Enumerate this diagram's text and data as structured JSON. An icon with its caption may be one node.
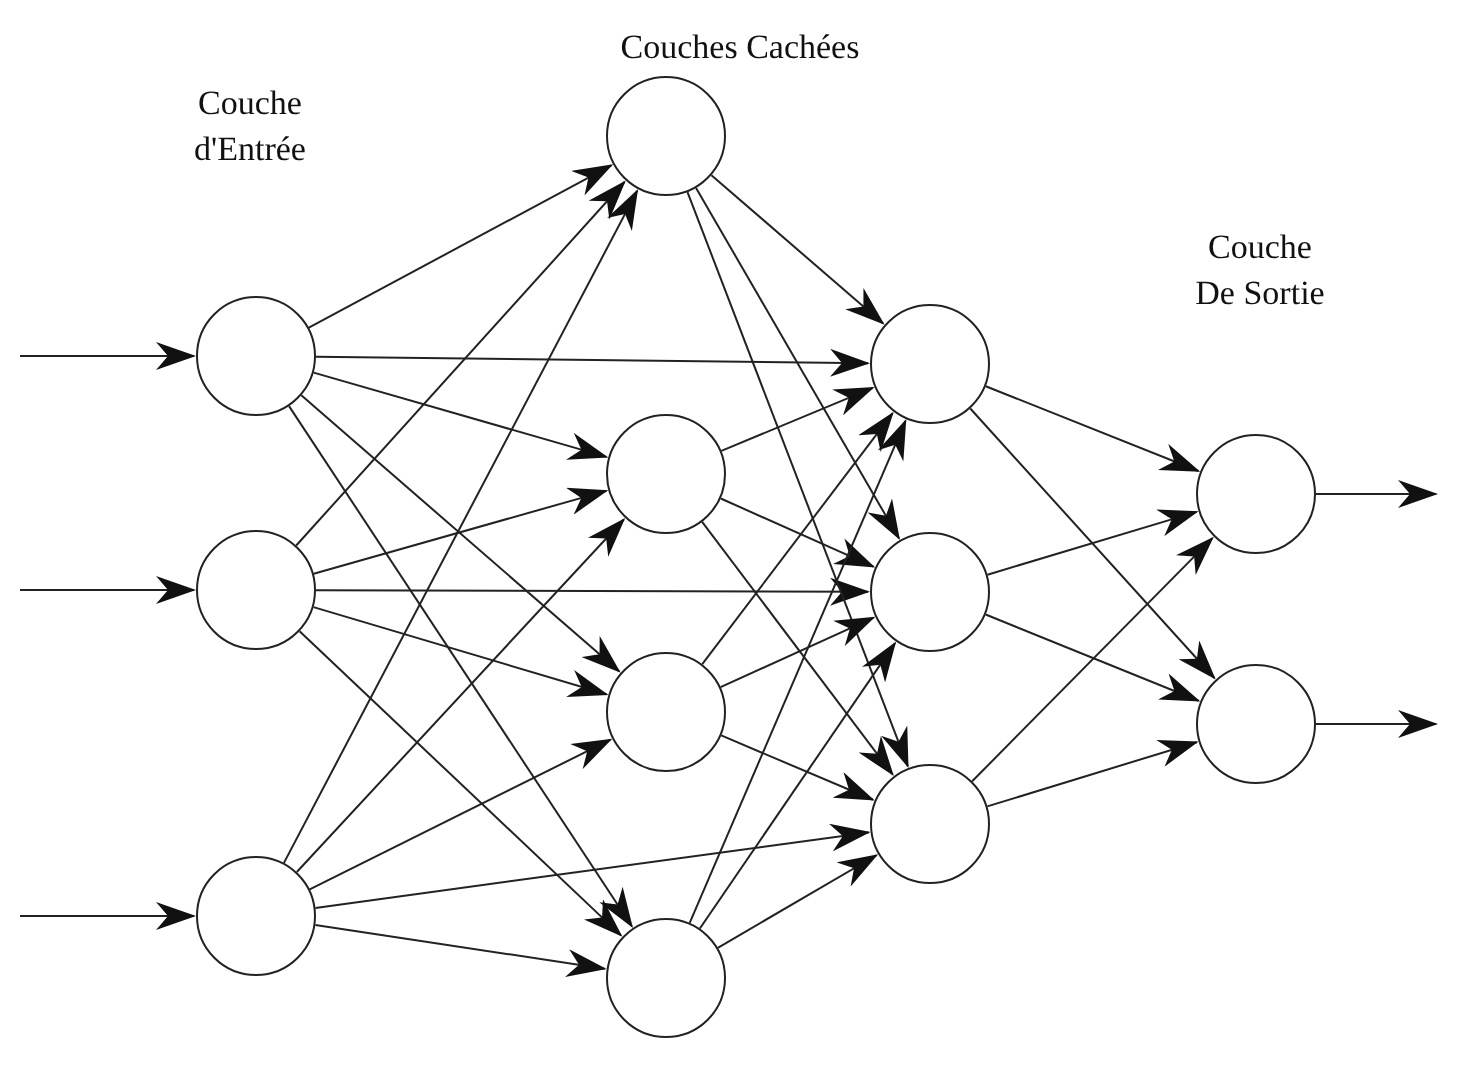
{
  "diagram": {
    "nodes": [
      {
        "text": [],
        "shape": "circle"
      },
      {
        "text": [],
        "shape": "circle"
      },
      {
        "text": [],
        "shape": "circle"
      },
      {
        "text": [],
        "shape": "circle"
      },
      {
        "text": [],
        "shape": "circle"
      },
      {
        "text": [],
        "shape": "circle"
      },
      {
        "text": [],
        "shape": "circle"
      },
      {
        "text": [],
        "shape": "circle"
      },
      {
        "text": [],
        "shape": "circle"
      },
      {
        "text": [],
        "shape": "circle"
      },
      {
        "text": [],
        "shape": "circle"
      },
      {
        "text": [],
        "shape": "circle"
      }
    ],
    "edges": [
      {
        "from": null,
        "to": 0,
        "arrow": "to"
      },
      {
        "from": null,
        "to": 1,
        "arrow": "to"
      },
      {
        "from": null,
        "to": 2,
        "arrow": "to"
      },
      {
        "from": 0,
        "to": 3,
        "arrow": "to"
      },
      {
        "from": 0,
        "to": 4,
        "arrow": "to"
      },
      {
        "from": 0,
        "to": 5,
        "arrow": "to"
      },
      {
        "from": 0,
        "to": 6,
        "arrow": "to"
      },
      {
        "from": 1,
        "to": 3,
        "arrow": "to"
      },
      {
        "from": 1,
        "to": 4,
        "arrow": "to"
      },
      {
        "from": 1,
        "to": 5,
        "arrow": "to"
      },
      {
        "from": 1,
        "to": 6,
        "arrow": "to"
      },
      {
        "from": 2,
        "to": 3,
        "arrow": "to"
      },
      {
        "from": 2,
        "to": 4,
        "arrow": "to"
      },
      {
        "from": 2,
        "to": 5,
        "arrow": "to"
      },
      {
        "from": 2,
        "to": 6,
        "arrow": "to"
      },
      {
        "from": 0,
        "to": 7,
        "arrow": "to"
      },
      {
        "from": 1,
        "to": 8,
        "arrow": "to"
      },
      {
        "from": 2,
        "to": 9,
        "arrow": "to"
      },
      {
        "from": 3,
        "to": 7,
        "arrow": "to"
      },
      {
        "from": 3,
        "to": 8,
        "arrow": "to"
      },
      {
        "from": 3,
        "to": 9,
        "arrow": "to"
      },
      {
        "from": 4,
        "to": 7,
        "arrow": "to"
      },
      {
        "from": 4,
        "to": 8,
        "arrow": "to"
      },
      {
        "from": 4,
        "to": 9,
        "arrow": "to"
      },
      {
        "from": 5,
        "to": 7,
        "arrow": "to"
      },
      {
        "from": 5,
        "to": 8,
        "arrow": "to"
      },
      {
        "from": 5,
        "to": 9,
        "arrow": "to"
      },
      {
        "from": 6,
        "to": 7,
        "arrow": "to"
      },
      {
        "from": 6,
        "to": 8,
        "arrow": "to"
      },
      {
        "from": 6,
        "to": 9,
        "arrow": "to"
      },
      {
        "from": 7,
        "to": 10,
        "arrow": "to"
      },
      {
        "from": 7,
        "to": 11,
        "arrow": "to"
      },
      {
        "from": 8,
        "to": 10,
        "arrow": "to"
      },
      {
        "from": 8,
        "to": 11,
        "arrow": "to"
      },
      {
        "from": 9,
        "to": 10,
        "arrow": "to"
      },
      {
        "from": 9,
        "to": 11,
        "arrow": "to"
      },
      {
        "from": 10,
        "to": null,
        "arrow": "to"
      },
      {
        "from": 11,
        "to": null,
        "arrow": "to"
      }
    ],
    "labels": [
      "Couche d'Entrée",
      "Couches Cachées",
      "Couche De Sortie"
    ]
  }
}
